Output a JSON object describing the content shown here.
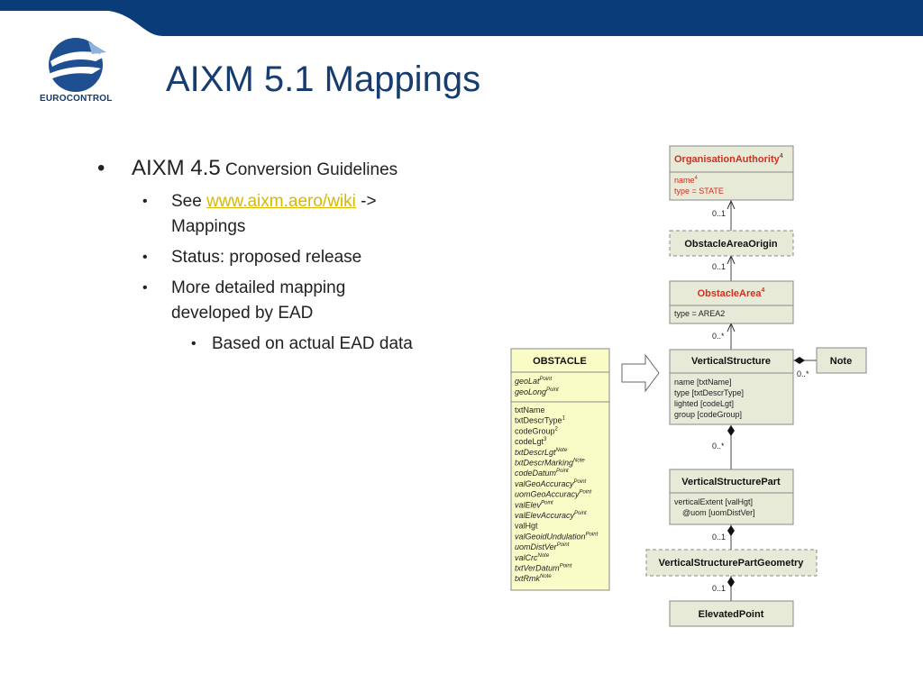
{
  "slide": {
    "title": "AIXM 5.1 Mappings",
    "logo_text": "EUROCONTROL",
    "colors": {
      "header_bar": "#0a3c79",
      "title": "#163d6e",
      "link": "#d8b800",
      "box_fill": "#e8ead8",
      "class_red": "#d32f1f",
      "obstacle_fill": "#fafcc8"
    }
  },
  "bullets": {
    "l1": {
      "main": "AIXM 4.5",
      "small": " Conversion Guidelines"
    },
    "see": {
      "prefix": "See ",
      "link": "www.aixm.aero/wiki",
      "suffix": " ->",
      "line2": "Mappings"
    },
    "status": "Status: proposed release",
    "detailed": {
      "line1": "More detailed mapping",
      "line2": "developed by EAD"
    },
    "based": "Based on actual EAD data"
  },
  "diagram": {
    "org_authority": {
      "title": "OrganisationAuthority",
      "sup": "4",
      "attr1": "name",
      "attr1_sup": "4",
      "attr2": "type = STATE"
    },
    "obstacle_area_origin": {
      "title": "ObstacleAreaOrigin"
    },
    "obstacle_area": {
      "title": "ObstacleArea",
      "sup": "4",
      "attr1": "type = AREA2"
    },
    "vertical_structure": {
      "title": "VerticalStructure",
      "attrs": [
        "name [txtName]",
        "type [txtDescrType]",
        "lighted [codeLgt]",
        "group [codeGroup]"
      ]
    },
    "note": {
      "title": "Note"
    },
    "vertical_structure_part": {
      "title": "VerticalStructurePart",
      "attr1": "verticalExtent [valHgt]",
      "attr2": "@uom [uomDistVer]"
    },
    "vsp_geometry": {
      "title": "VerticalStructurePartGeometry"
    },
    "elevated_point": {
      "title": "ElevatedPoint"
    },
    "multiplicities": {
      "m1": "0..1",
      "m2": "0..1",
      "m3": "0..*",
      "m4": "0..*",
      "m5": "0..*",
      "m6": "0..1",
      "m7": "0..1"
    },
    "obstacle": {
      "title": "OBSTACLE",
      "geo": [
        {
          "name": "geoLat",
          "sup": "Point"
        },
        {
          "name": "geoLong",
          "sup": "Point"
        }
      ],
      "fields": [
        {
          "name": "txtName",
          "sup": "",
          "italic": false
        },
        {
          "name": "txtDescrType",
          "sup": "1",
          "italic": false
        },
        {
          "name": "codeGroup",
          "sup": "2",
          "italic": false
        },
        {
          "name": "codeLgt",
          "sup": "3",
          "italic": false
        },
        {
          "name": "txtDescrLgt",
          "sup": "Note",
          "italic": true
        },
        {
          "name": "txtDescrMarking",
          "sup": "Note",
          "italic": true
        },
        {
          "name": "codeDatum",
          "sup": "Point",
          "italic": true
        },
        {
          "name": "valGeoAccuracy",
          "sup": "Point",
          "italic": true
        },
        {
          "name": "uomGeoAccuracy",
          "sup": "Point",
          "italic": true
        },
        {
          "name": "valElev",
          "sup": "Point",
          "italic": true
        },
        {
          "name": "valElevAccuracy",
          "sup": "Point",
          "italic": true
        },
        {
          "name": "valHgt",
          "sup": "",
          "italic": false
        },
        {
          "name": "valGeoidUndulation",
          "sup": "Point",
          "italic": true
        },
        {
          "name": "uomDistVer",
          "sup": "Point",
          "italic": true
        },
        {
          "name": "valCrc",
          "sup": "Note",
          "italic": true
        },
        {
          "name": "txtVerDatum",
          "sup": "Point",
          "italic": true
        },
        {
          "name": "txtRmk",
          "sup": "Note",
          "italic": true
        }
      ]
    }
  }
}
